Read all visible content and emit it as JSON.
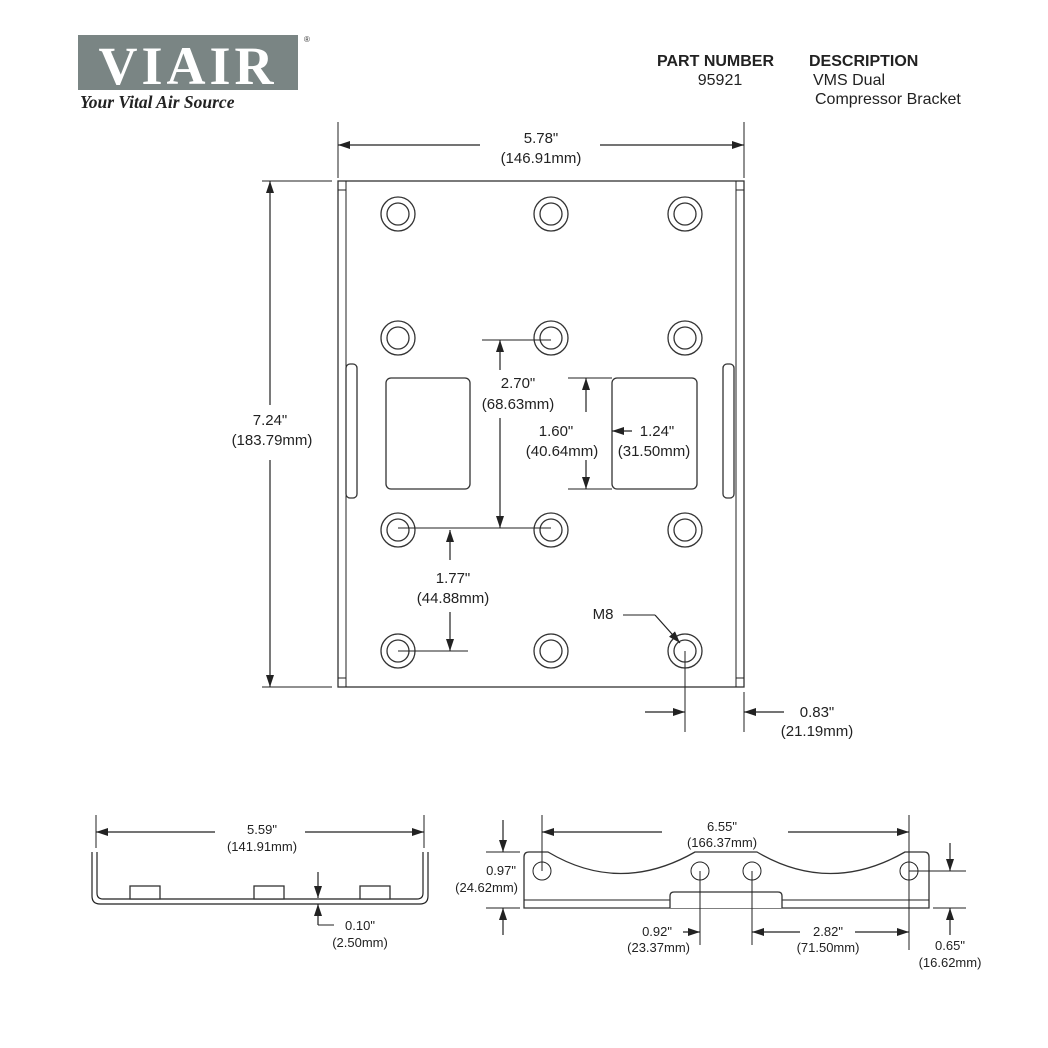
{
  "logo": {
    "brand": "VIAIR",
    "registered": "®",
    "tagline": "Your Vital Air Source",
    "color": "#7a8584"
  },
  "header": {
    "part_number_label": "PART NUMBER",
    "part_number": "95921",
    "description_label": "DESCRIPTION",
    "description_line1": "VMS Dual",
    "description_line2": "Compressor Bracket"
  },
  "top_view": {
    "width_in": "5.78\"",
    "width_mm": "(146.91mm)",
    "height_in": "7.24\"",
    "height_mm": "(183.79mm)",
    "hole_spacing_v_in": "2.70\"",
    "hole_spacing_v_mm": "(68.63mm)",
    "slot_height_in": "1.60\"",
    "slot_height_mm": "(40.64mm)",
    "slot_width_in": "1.24\"",
    "slot_width_mm": "(31.50mm)",
    "hole_spacing_low_in": "1.77\"",
    "hole_spacing_low_mm": "(44.88mm)",
    "thread_label": "M8",
    "edge_offset_in": "0.83\"",
    "edge_offset_mm": "(21.19mm)"
  },
  "front_view": {
    "width_in": "5.59\"",
    "width_mm": "(141.91mm)",
    "thickness_in": "0.10\"",
    "thickness_mm": "(2.50mm)"
  },
  "side_view": {
    "length_in": "6.55\"",
    "length_mm": "(166.37mm)",
    "height_in": "0.97\"",
    "height_mm": "(24.62mm)",
    "hole_gap_in": "0.92\"",
    "hole_gap_mm": "(23.37mm)",
    "hole_offset_in": "2.82\"",
    "hole_offset_mm": "(71.50mm)",
    "hole_height_in": "0.65\"",
    "hole_height_mm": "(16.62mm)"
  }
}
